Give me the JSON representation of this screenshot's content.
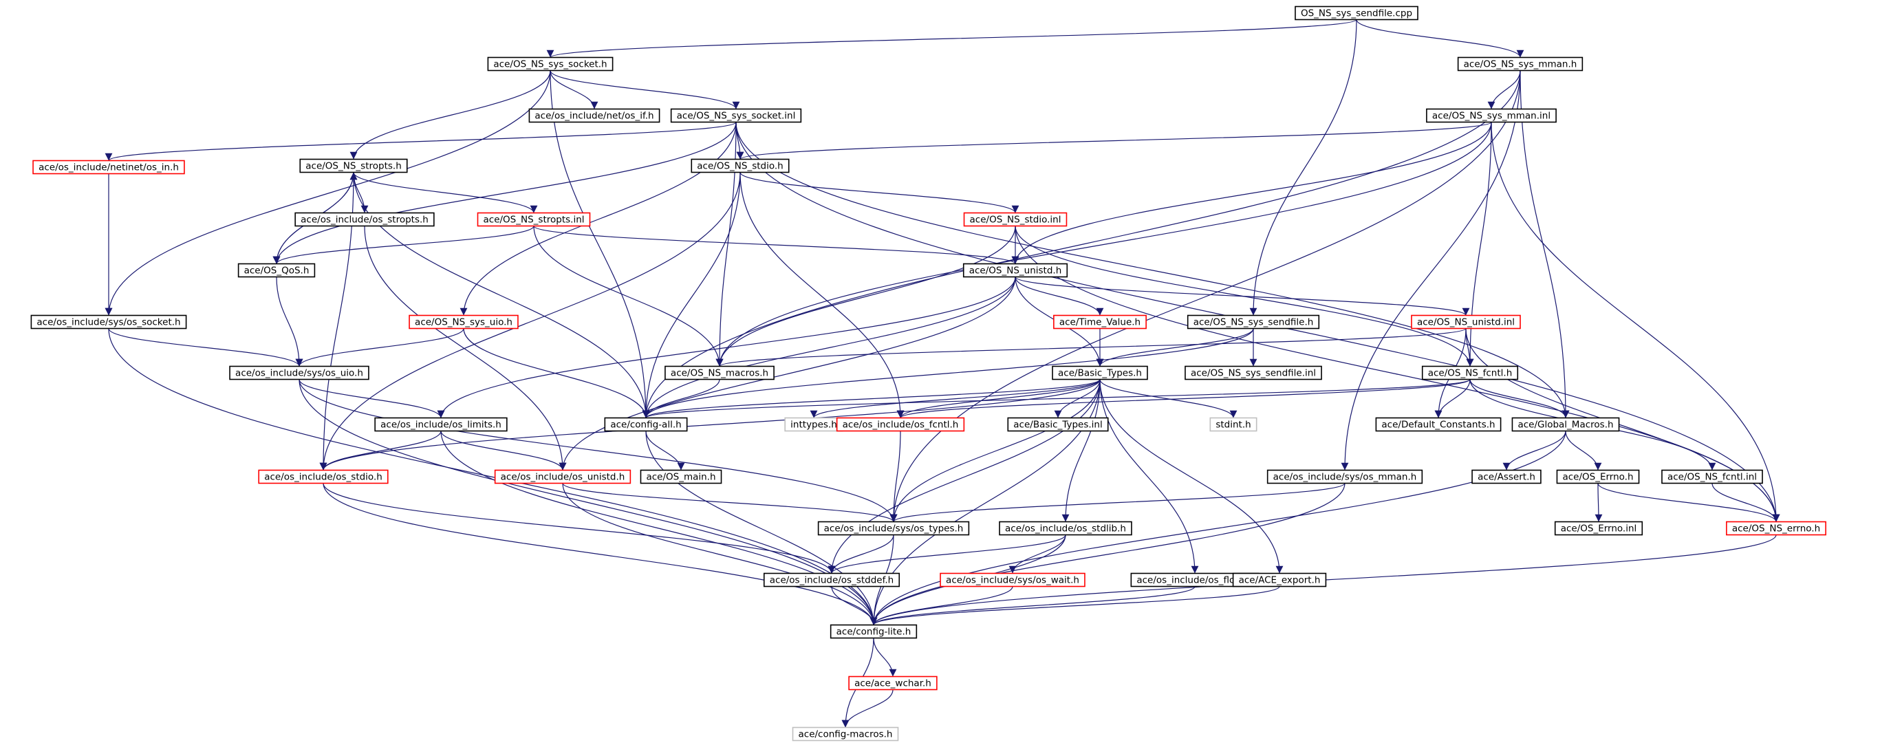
{
  "colors": {
    "edge": "#191970",
    "normal_border": "#000000",
    "truncated_border": "#ff0000",
    "external_border": "#bfbfbf",
    "root_fill": "#bfbfbf"
  },
  "nodes": [
    {
      "id": "n0",
      "label": "OS_NS_sys_sendfile.cpp",
      "kind": "root"
    },
    {
      "id": "n1",
      "label": "ace/OS_NS_sys_socket.h",
      "kind": "normal"
    },
    {
      "id": "n2",
      "label": "ace/OS_NS_sys_mman.h",
      "kind": "normal"
    },
    {
      "id": "n3",
      "label": "ace/os_include/net/os_if.h",
      "kind": "normal"
    },
    {
      "id": "n4",
      "label": "ace/OS_NS_sys_socket.inl",
      "kind": "normal"
    },
    {
      "id": "n5",
      "label": "ace/OS_NS_sys_mman.inl",
      "kind": "normal"
    },
    {
      "id": "n6",
      "label": "ace/os_include/netinet/os_in.h",
      "kind": "truncated"
    },
    {
      "id": "n7",
      "label": "ace/OS_NS_stropts.h",
      "kind": "normal"
    },
    {
      "id": "n8",
      "label": "ace/OS_NS_stdio.h",
      "kind": "normal"
    },
    {
      "id": "n9",
      "label": "ace/os_include/os_stropts.h",
      "kind": "normal"
    },
    {
      "id": "n10",
      "label": "ace/OS_NS_stropts.inl",
      "kind": "truncated"
    },
    {
      "id": "n11",
      "label": "ace/OS_NS_stdio.inl",
      "kind": "truncated"
    },
    {
      "id": "n12",
      "label": "ace/OS_QoS.h",
      "kind": "normal"
    },
    {
      "id": "n13",
      "label": "ace/OS_NS_unistd.h",
      "kind": "normal"
    },
    {
      "id": "n14",
      "label": "ace/os_include/sys/os_socket.h",
      "kind": "normal"
    },
    {
      "id": "n15",
      "label": "ace/OS_NS_sys_uio.h",
      "kind": "truncated"
    },
    {
      "id": "n16",
      "label": "ace/Time_Value.h",
      "kind": "truncated"
    },
    {
      "id": "n17",
      "label": "ace/OS_NS_sys_sendfile.h",
      "kind": "normal"
    },
    {
      "id": "n18",
      "label": "ace/OS_NS_unistd.inl",
      "kind": "truncated"
    },
    {
      "id": "n19",
      "label": "ace/os_include/sys/os_uio.h",
      "kind": "normal"
    },
    {
      "id": "n20",
      "label": "ace/OS_NS_macros.h",
      "kind": "normal"
    },
    {
      "id": "n21",
      "label": "ace/Basic_Types.h",
      "kind": "normal"
    },
    {
      "id": "n22",
      "label": "ace/OS_NS_sys_sendfile.inl",
      "kind": "normal"
    },
    {
      "id": "n23",
      "label": "ace/OS_NS_fcntl.h",
      "kind": "normal"
    },
    {
      "id": "n24",
      "label": "ace/os_include/os_limits.h",
      "kind": "normal"
    },
    {
      "id": "n25",
      "label": "ace/config-all.h",
      "kind": "normal"
    },
    {
      "id": "n26",
      "label": "inttypes.h",
      "kind": "external"
    },
    {
      "id": "n27",
      "label": "ace/os_include/os_fcntl.h",
      "kind": "truncated"
    },
    {
      "id": "n28",
      "label": "ace/Basic_Types.inl",
      "kind": "normal"
    },
    {
      "id": "n29",
      "label": "stdint.h",
      "kind": "external"
    },
    {
      "id": "n30",
      "label": "ace/Default_Constants.h",
      "kind": "normal"
    },
    {
      "id": "n31",
      "label": "ace/Global_Macros.h",
      "kind": "normal"
    },
    {
      "id": "n32",
      "label": "ace/os_include/os_stdio.h",
      "kind": "truncated"
    },
    {
      "id": "n33",
      "label": "ace/os_include/os_unistd.h",
      "kind": "truncated"
    },
    {
      "id": "n34",
      "label": "ace/OS_main.h",
      "kind": "normal"
    },
    {
      "id": "n35",
      "label": "ace/os_include/sys/os_mman.h",
      "kind": "normal"
    },
    {
      "id": "n36",
      "label": "ace/Assert.h",
      "kind": "normal"
    },
    {
      "id": "n37",
      "label": "ace/OS_Errno.h",
      "kind": "normal"
    },
    {
      "id": "n38",
      "label": "ace/OS_NS_fcntl.inl",
      "kind": "normal"
    },
    {
      "id": "n39",
      "label": "ace/os_include/sys/os_types.h",
      "kind": "normal"
    },
    {
      "id": "n40",
      "label": "ace/os_include/os_stdlib.h",
      "kind": "normal"
    },
    {
      "id": "n41",
      "label": "ace/OS_Errno.inl",
      "kind": "normal"
    },
    {
      "id": "n42",
      "label": "ace/OS_NS_errno.h",
      "kind": "truncated"
    },
    {
      "id": "n43",
      "label": "ace/os_include/sys/os_wait.h",
      "kind": "truncated"
    },
    {
      "id": "n44",
      "label": "ace/os_include/os_stddef.h",
      "kind": "normal"
    },
    {
      "id": "n45",
      "label": "ace/os_include/os_float.h",
      "kind": "normal"
    },
    {
      "id": "n46",
      "label": "ace/ACE_export.h",
      "kind": "normal"
    },
    {
      "id": "n47",
      "label": "ace/config-lite.h",
      "kind": "normal"
    },
    {
      "id": "n48",
      "label": "ace/ace_wchar.h",
      "kind": "truncated"
    },
    {
      "id": "n49",
      "label": "ace/config-macros.h",
      "kind": "external"
    }
  ],
  "edges": [
    [
      "n0",
      "n1"
    ],
    [
      "n0",
      "n2"
    ],
    [
      "n0",
      "n17"
    ],
    [
      "n1",
      "n3"
    ],
    [
      "n1",
      "n4"
    ],
    [
      "n1",
      "n7"
    ],
    [
      "n1",
      "n14"
    ],
    [
      "n1",
      "n25"
    ],
    [
      "n2",
      "n5"
    ],
    [
      "n2",
      "n25"
    ],
    [
      "n2",
      "n39"
    ],
    [
      "n2",
      "n35"
    ],
    [
      "n2",
      "n31"
    ],
    [
      "n4",
      "n6"
    ],
    [
      "n4",
      "n8"
    ],
    [
      "n4",
      "n12"
    ],
    [
      "n4",
      "n15"
    ],
    [
      "n4",
      "n20"
    ],
    [
      "n4",
      "n31"
    ],
    [
      "n4",
      "n42"
    ],
    [
      "n5",
      "n8"
    ],
    [
      "n5",
      "n13"
    ],
    [
      "n5",
      "n20"
    ],
    [
      "n5",
      "n23"
    ],
    [
      "n5",
      "n42"
    ],
    [
      "n6",
      "n14"
    ],
    [
      "n7",
      "n9"
    ],
    [
      "n7",
      "n10"
    ],
    [
      "n7",
      "n12"
    ],
    [
      "n7",
      "n25"
    ],
    [
      "n8",
      "n11"
    ],
    [
      "n8",
      "n25"
    ],
    [
      "n8",
      "n27"
    ],
    [
      "n8",
      "n32"
    ],
    [
      "n9",
      "n33"
    ],
    [
      "n10",
      "n12"
    ],
    [
      "n10",
      "n13"
    ],
    [
      "n10",
      "n20"
    ],
    [
      "n11",
      "n13"
    ],
    [
      "n11",
      "n20"
    ],
    [
      "n11",
      "n23"
    ],
    [
      "n11",
      "n42"
    ],
    [
      "n12",
      "n19"
    ],
    [
      "n12",
      "n7"
    ],
    [
      "n13",
      "n16"
    ],
    [
      "n13",
      "n18"
    ],
    [
      "n13",
      "n21"
    ],
    [
      "n13",
      "n25"
    ],
    [
      "n13",
      "n24"
    ],
    [
      "n13",
      "n33"
    ],
    [
      "n14",
      "n19"
    ],
    [
      "n14",
      "n47"
    ],
    [
      "n15",
      "n19"
    ],
    [
      "n15",
      "n25"
    ],
    [
      "n16",
      "n21"
    ],
    [
      "n17",
      "n21"
    ],
    [
      "n17",
      "n22"
    ],
    [
      "n17",
      "n25"
    ],
    [
      "n18",
      "n23"
    ],
    [
      "n18",
      "n30"
    ],
    [
      "n18",
      "n20"
    ],
    [
      "n18",
      "n42"
    ],
    [
      "n19",
      "n24"
    ],
    [
      "n19",
      "n39"
    ],
    [
      "n19",
      "n47"
    ],
    [
      "n20",
      "n25"
    ],
    [
      "n21",
      "n25"
    ],
    [
      "n21",
      "n26"
    ],
    [
      "n21",
      "n27"
    ],
    [
      "n21",
      "n28"
    ],
    [
      "n21",
      "n29"
    ],
    [
      "n21",
      "n32"
    ],
    [
      "n21",
      "n39"
    ],
    [
      "n21",
      "n40"
    ],
    [
      "n21",
      "n44"
    ],
    [
      "n21",
      "n45"
    ],
    [
      "n21",
      "n46"
    ],
    [
      "n21",
      "n47"
    ],
    [
      "n23",
      "n25"
    ],
    [
      "n23",
      "n27"
    ],
    [
      "n23",
      "n30"
    ],
    [
      "n23",
      "n31"
    ],
    [
      "n23",
      "n38"
    ],
    [
      "n24",
      "n32"
    ],
    [
      "n24",
      "n33"
    ],
    [
      "n24",
      "n47"
    ],
    [
      "n25",
      "n34"
    ],
    [
      "n25",
      "n47"
    ],
    [
      "n27",
      "n39"
    ],
    [
      "n31",
      "n36"
    ],
    [
      "n31",
      "n37"
    ],
    [
      "n31",
      "n47"
    ],
    [
      "n32",
      "n44"
    ],
    [
      "n32",
      "n47"
    ],
    [
      "n32",
      "n7"
    ],
    [
      "n33",
      "n39"
    ],
    [
      "n33",
      "n47"
    ],
    [
      "n35",
      "n39"
    ],
    [
      "n35",
      "n47"
    ],
    [
      "n37",
      "n41"
    ],
    [
      "n37",
      "n42"
    ],
    [
      "n38",
      "n42"
    ],
    [
      "n39",
      "n44"
    ],
    [
      "n39",
      "n47"
    ],
    [
      "n40",
      "n43"
    ],
    [
      "n40",
      "n44"
    ],
    [
      "n40",
      "n47"
    ],
    [
      "n42",
      "n47"
    ],
    [
      "n43",
      "n47"
    ],
    [
      "n44",
      "n47"
    ],
    [
      "n45",
      "n47"
    ],
    [
      "n46",
      "n47"
    ],
    [
      "n47",
      "n48"
    ],
    [
      "n47",
      "n49"
    ],
    [
      "n48",
      "n49"
    ]
  ]
}
